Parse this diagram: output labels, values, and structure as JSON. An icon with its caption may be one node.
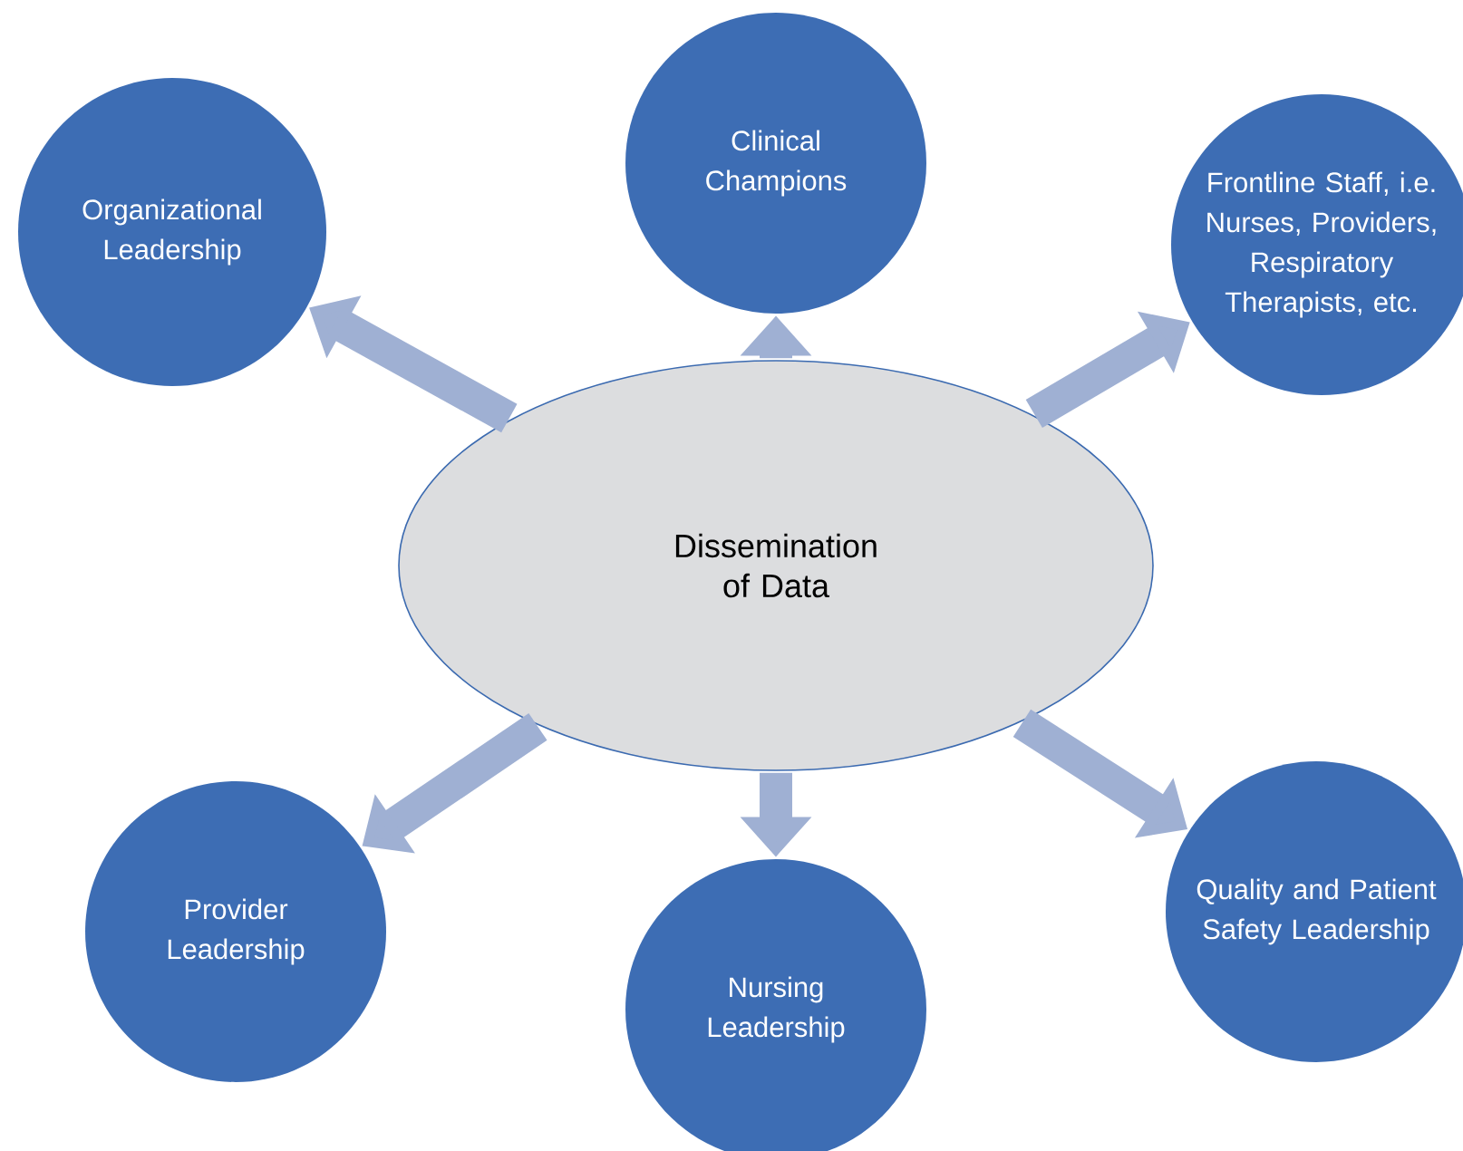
{
  "diagram": {
    "nodes": [
      {
        "text": [
          "Dissemination of Data"
        ]
      },
      {
        "text": [
          "Organizational Leadership"
        ]
      },
      {
        "text": [
          "Clinical Champions"
        ]
      },
      {
        "text": [
          "Frontline Staff, i.e. Nurses, Providers, Respiratory Therapists, etc."
        ]
      },
      {
        "text": [
          "Provider Leadership"
        ]
      },
      {
        "text": [
          "Nursing Leadership"
        ]
      },
      {
        "text": [
          "Quality and Patient Safety Leadership"
        ]
      }
    ],
    "edges": [
      {
        "from": 0,
        "to": 1,
        "arrow": "to"
      },
      {
        "from": 0,
        "to": 2,
        "arrow": "to"
      },
      {
        "from": 0,
        "to": 3,
        "arrow": "to"
      },
      {
        "from": 0,
        "to": 4,
        "arrow": "to"
      },
      {
        "from": 0,
        "to": 5,
        "arrow": "to"
      },
      {
        "from": 0,
        "to": 6,
        "arrow": "to"
      }
    ]
  }
}
